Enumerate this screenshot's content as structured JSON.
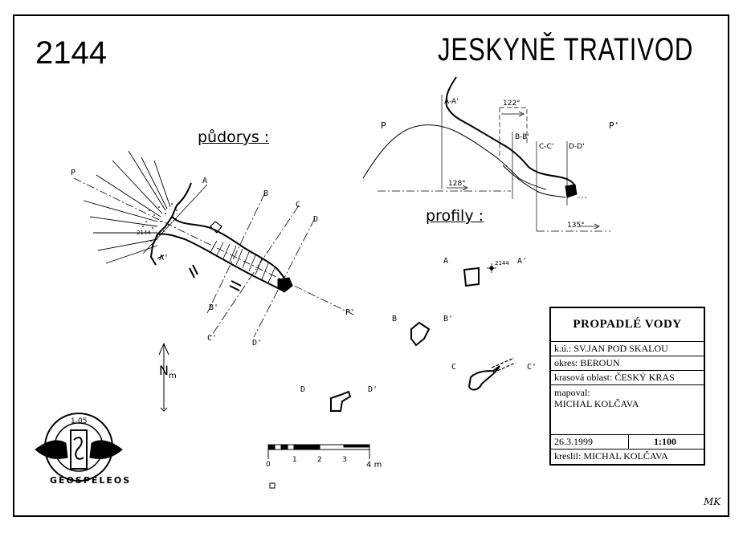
{
  "header": {
    "number": "2144",
    "title": "JESKYNĚ TRATIVOD"
  },
  "labels": {
    "plan": "půdorys :",
    "profiles": "profily :",
    "north": "N",
    "north_sub": "m"
  },
  "plan_letters": {
    "p": "P",
    "p2": "P'",
    "a": "A",
    "b": "B",
    "c": "C",
    "d": "D",
    "b2": "B'",
    "c2": "C'",
    "d2": "D'",
    "a2": "A'",
    "entrance": "2144"
  },
  "section_labels": {
    "p": "P",
    "p2": "P'",
    "aa": "A-A'",
    "bb": "B-B'",
    "cc": "C-C'",
    "dd": "D-D'",
    "az1": "122°",
    "az2": "128°",
    "az3": "135°"
  },
  "cross_labels": {
    "a": "A",
    "a2": "A'",
    "b": "B",
    "b2": "B'",
    "c": "C",
    "c2": "C'",
    "d": "D",
    "d2": "D'",
    "mark": "2144"
  },
  "scale_bar": {
    "ticks": [
      "0",
      "1",
      "2",
      "3",
      "4"
    ],
    "unit": "m"
  },
  "title_block": {
    "name": "PROPADLÉ VODY",
    "ku": "k.ú.: SV.JAN POD SKALOU",
    "okres": "okres: BEROUN",
    "oblast": "krasová oblast: ČESKÝ KRAS",
    "mapoval_label": "mapoval:",
    "mapoval": "MICHAL KOLČAVA",
    "date": "26.3.1999",
    "scale": "1:100",
    "kreslil": "kreslil: MICHAL KOLČAVA"
  },
  "logo": {
    "text": "GEOSPELEOS",
    "mark": "1-05"
  },
  "signature": "MK"
}
